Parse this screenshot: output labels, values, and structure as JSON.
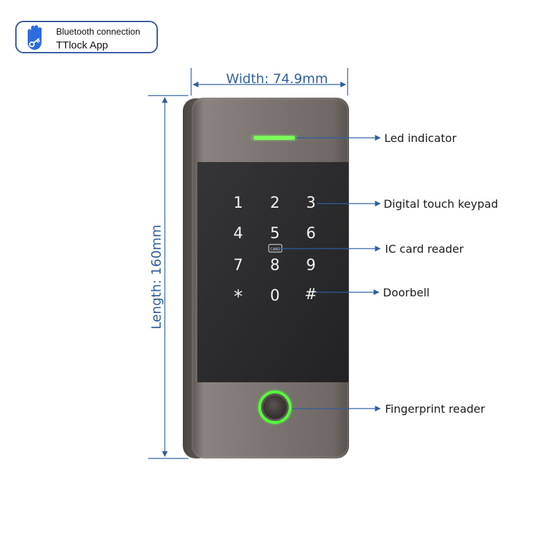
{
  "badge": {
    "line1": "Bluetooth connection",
    "line2": "TTlock App",
    "icon": "hand-key-icon",
    "color": "#2d6be0"
  },
  "dimensions": {
    "width_label": "Width: 74.9mm",
    "length_label": "Length: 160mm"
  },
  "keypad": {
    "keys": [
      "1",
      "2",
      "3",
      "4",
      "5",
      "6",
      "7",
      "8",
      "9",
      "*",
      "0",
      "#"
    ],
    "card_mark": "CARD"
  },
  "callouts": {
    "led": "Led indicator",
    "keypad": "Digital touch keypad",
    "card": "IC card reader",
    "doorbell": "Doorbell",
    "fingerprint": "Fingerprint reader"
  },
  "colors": {
    "dimension": "#2f5f9e",
    "led_green": "#7dff5a",
    "ring_green": "#55ff3a",
    "device_body": "#77706d",
    "panel": "#2b2b2d"
  }
}
